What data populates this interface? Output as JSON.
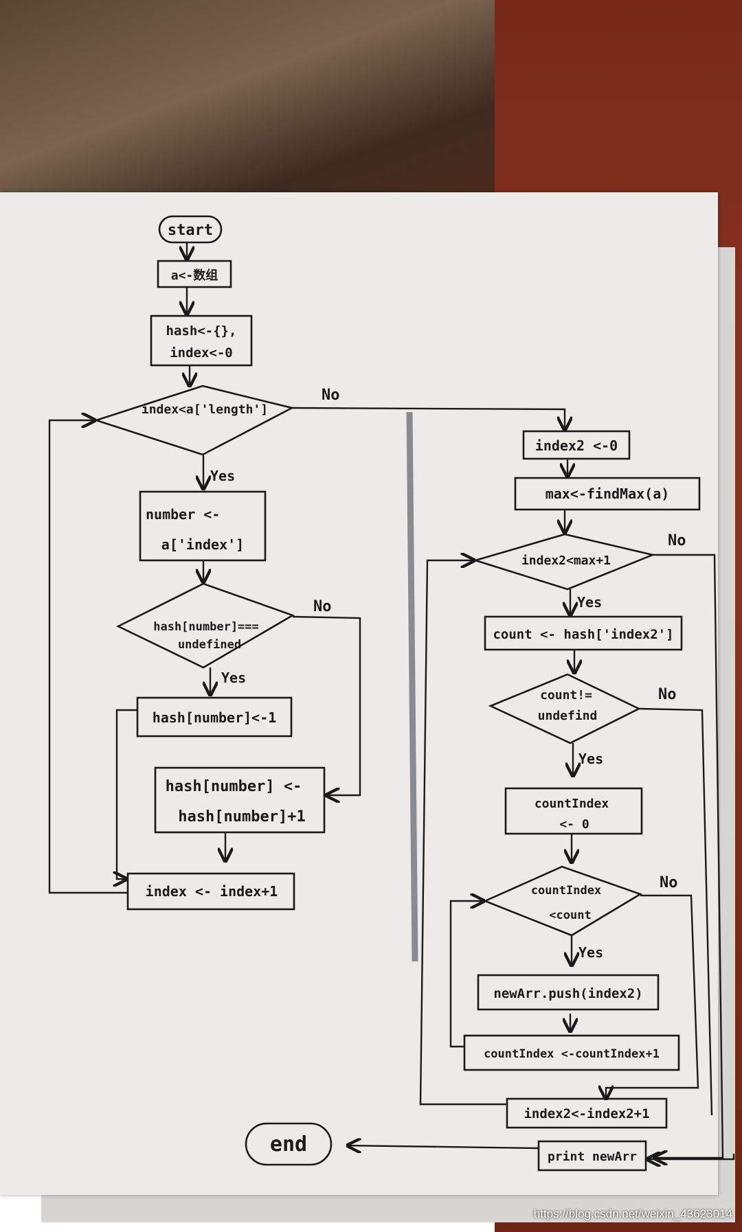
{
  "flowchart": {
    "start": "start",
    "init_a": "a<-数组",
    "init_hash_1": "hash<-{},",
    "init_hash_2": "index<-0",
    "cond_index": "index<a['length']",
    "cond_index_no": "No",
    "cond_index_yes": "Yes",
    "number_1": "number <-",
    "number_2": "a['index']",
    "cond_hash_1": "hash[number]===",
    "cond_hash_2": "undefined",
    "cond_hash_no": "No",
    "cond_hash_yes": "Yes",
    "set_one": "hash[number]<-1",
    "incr_1": "hash[number] <-",
    "incr_2": "hash[number]+1",
    "index_incr": "index <- index+1",
    "index2_init": "index2 <-0",
    "max_find": "max<-findMax(a)",
    "cond_index2": "index2<max+1",
    "cond_index2_no": "No",
    "cond_index2_yes": "Yes",
    "count_assign": "count <- hash['index2']",
    "cond_count_1": "count!=",
    "cond_count_2": "undefind",
    "cond_count_no": "No",
    "cond_count_yes": "Yes",
    "countindex_init_1": "countIndex",
    "countindex_init_2": "<- 0",
    "cond_ci_1": "countIndex",
    "cond_ci_2": "<count",
    "cond_ci_no": "No",
    "cond_ci_yes": "Yes",
    "push": "newArr.push(index2)",
    "ci_incr": "countIndex <-countIndex+1",
    "index2_incr": "index2<-index2+1",
    "print": "print newArr",
    "end": "end"
  },
  "watermark": "https://blog.csdn.net/weixin_43623014"
}
